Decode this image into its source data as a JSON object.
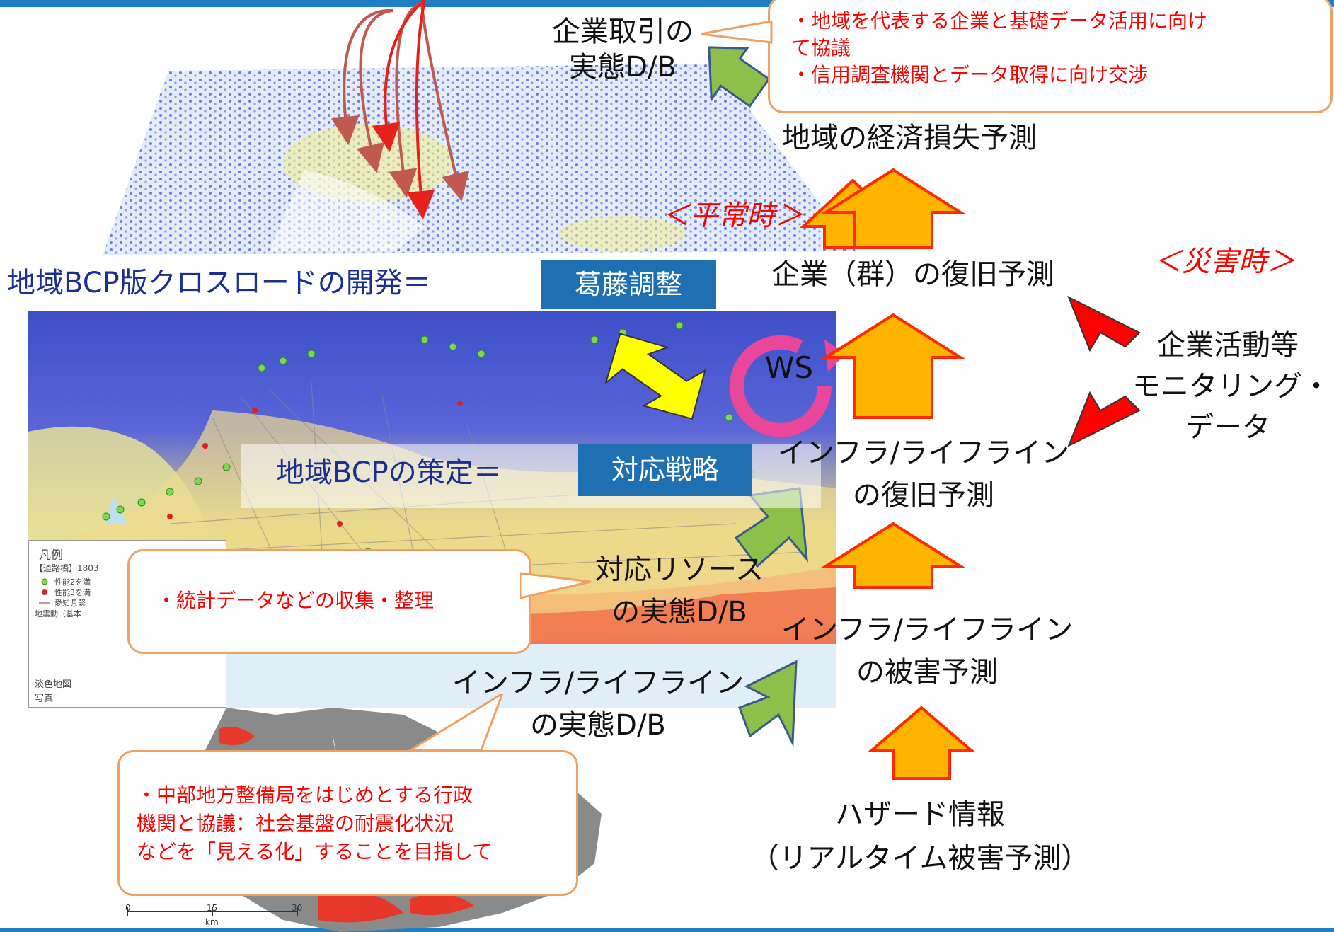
{
  "title": {
    "prefix": "地域BCP版クロスロードの開発＝",
    "box": "葛藤調整"
  },
  "strategy": {
    "prefix": "地域BCPの策定＝",
    "box": "対応戦略"
  },
  "callouts": {
    "top": [
      "・地域を代表する企業と基礎データ活用に向け",
      "て協議",
      "・信用調査機関とデータ取得に向け交渉"
    ],
    "middle": "・統計データなどの収集・整理",
    "bottom": [
      "・中部地方整備局をはじめとする行政",
      "機関と協議：社会基盤の耐震化状況",
      "などを「見える化」することを目指して"
    ]
  },
  "labels": {
    "trade_db": [
      "企業取引の",
      "実態D/B"
    ],
    "economic_loss": "地域の経済損失予測",
    "normal_time": "＜平常時＞",
    "disaster_time": "＜災害時＞",
    "company_recovery": "企業（群）の復旧予測",
    "monitoring": [
      "企業活動等",
      "モニタリング・",
      "データ"
    ],
    "ws": "WS",
    "infra_recovery": [
      "インフラ/ライフライン",
      "の復旧予測"
    ],
    "resource_db": [
      "対応リソース",
      "の実態D/B"
    ],
    "infra_damage": [
      "インフラ/ライフライン",
      "の被害予測"
    ],
    "infra_db": [
      "インフラ/ライフライン",
      "の実態D/B"
    ],
    "hazard": [
      "ハザード情報",
      "（リアルタイム被害予測）"
    ]
  },
  "legend": {
    "title": "凡例",
    "header": "【道路橋】1803",
    "rows": [
      "性能2を満",
      "性能3を満",
      "愛知県緊",
      "地震動（基本"
    ],
    "basemaps": [
      "淡色地図",
      "写真"
    ]
  },
  "scalebar": {
    "ticks": [
      "0",
      "15",
      "30"
    ],
    "unit": "km"
  },
  "colors": {
    "accent_blue": "#1f6fb3",
    "callout_border": "#f0a060",
    "callout_text": "#ff0000",
    "up_arrow_fill": "#ffb400",
    "up_arrow_stroke": "#ff2a00",
    "green_arrow": "#8cc04a",
    "red_arrow": "#ff0000",
    "yellow_arrow": "#ffff00",
    "ws_cycle": "#e8479a"
  }
}
